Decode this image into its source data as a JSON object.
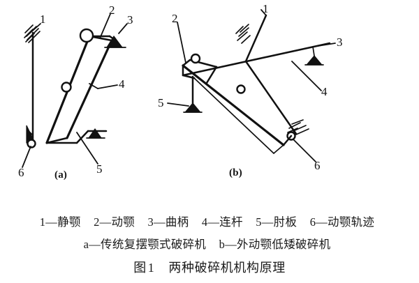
{
  "figure": {
    "title_prefix": "图",
    "title_number": "1",
    "title_text": "两种破碎机机构原理",
    "sub_captions": {
      "left": "(a)",
      "right": "(b)"
    }
  },
  "legend": {
    "components": [
      {
        "number": "1",
        "dash": "—",
        "name": "静颚",
        "full": "1—静颚"
      },
      {
        "number": "2",
        "dash": "—",
        "name": "动颚",
        "full": "2—动颚"
      },
      {
        "number": "3",
        "dash": "—",
        "name": "曲柄",
        "full": "3—曲柄"
      },
      {
        "number": "4",
        "dash": "—",
        "name": "连杆",
        "full": "4—连杆"
      },
      {
        "number": "5",
        "dash": "—",
        "name": "肘板",
        "full": "5—肘板"
      },
      {
        "number": "6",
        "dash": "—",
        "name": "动颚轨迹",
        "full": "6—动颚轨迹"
      }
    ],
    "variants": [
      {
        "letter": "a",
        "dash": "—",
        "name": "传统复摆颚式破碎机",
        "full": "a—传统复摆颚式破碎机"
      },
      {
        "letter": "b",
        "dash": "—",
        "name": "外动颚低矮破碎机",
        "full": "b—外动颚低矮破碎机"
      }
    ]
  },
  "diagram_a": {
    "name": "传统复摆颚式破碎机",
    "callouts": [
      {
        "id": "a-1",
        "text": "1"
      },
      {
        "id": "a-2",
        "text": "2"
      },
      {
        "id": "a-3",
        "text": "3"
      },
      {
        "id": "a-4",
        "text": "4"
      },
      {
        "id": "a-5",
        "text": "5"
      },
      {
        "id": "a-6",
        "text": "6"
      }
    ]
  },
  "diagram_b": {
    "name": "外动颚低矮破碎机",
    "callouts": [
      {
        "id": "b-1",
        "text": "1"
      },
      {
        "id": "b-2",
        "text": "2"
      },
      {
        "id": "b-3",
        "text": "3"
      },
      {
        "id": "b-4",
        "text": "4"
      },
      {
        "id": "b-5",
        "text": "5"
      },
      {
        "id": "b-6",
        "text": "6"
      }
    ]
  },
  "colors": {
    "ink": "#111111",
    "background": "#ffffff"
  }
}
